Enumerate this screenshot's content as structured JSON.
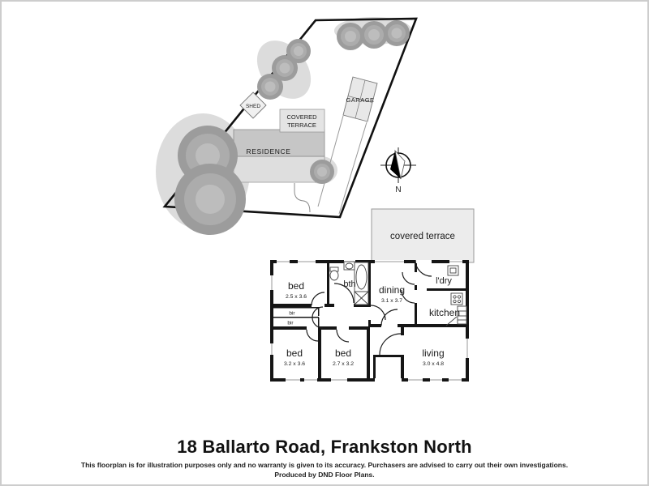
{
  "page": {
    "title": "18 Ballarto Road, Frankston North",
    "disclaimer_line1": "This floorplan is for illustration purposes only and no warranty is given to its accuracy. Purchasers are advised to carry out their own investigations.",
    "disclaimer_line2": "Produced by DND Floor Plans."
  },
  "site_plan": {
    "shed": "SHED",
    "garage": "GARAGE",
    "covered_terrace_line1": "COVERED",
    "covered_terrace_line2": "TERRACE",
    "residence": "RESIDENCE",
    "compass_north": "N"
  },
  "floor_plan": {
    "covered_terrace": "covered terrace",
    "rooms": [
      {
        "label": "bed",
        "dims": "2.5 x 3.6"
      },
      {
        "label": "bth",
        "dims": ""
      },
      {
        "label": "dining",
        "dims": "3.1 x 3.7"
      },
      {
        "label": "l'dry",
        "dims": ""
      },
      {
        "label": "kitchen",
        "dims": ""
      },
      {
        "label": "bed",
        "dims": "3.2 x 3.6"
      },
      {
        "label": "bed",
        "dims": "2.7 x 3.2"
      },
      {
        "label": "living",
        "dims": "3.0 x 4.8"
      }
    ],
    "wardrobes": [
      "bir",
      "bir"
    ]
  },
  "colors": {
    "wall": "#151515",
    "boundary": "#111111",
    "tree_outer": "#9c9c9c",
    "tree_inner": "#bdbdbd",
    "residence_fill": "#c6c6c6",
    "residence_lower_fill": "#dedede",
    "terrace_fill": "#ececec",
    "page_border": "#cdcdcd"
  }
}
